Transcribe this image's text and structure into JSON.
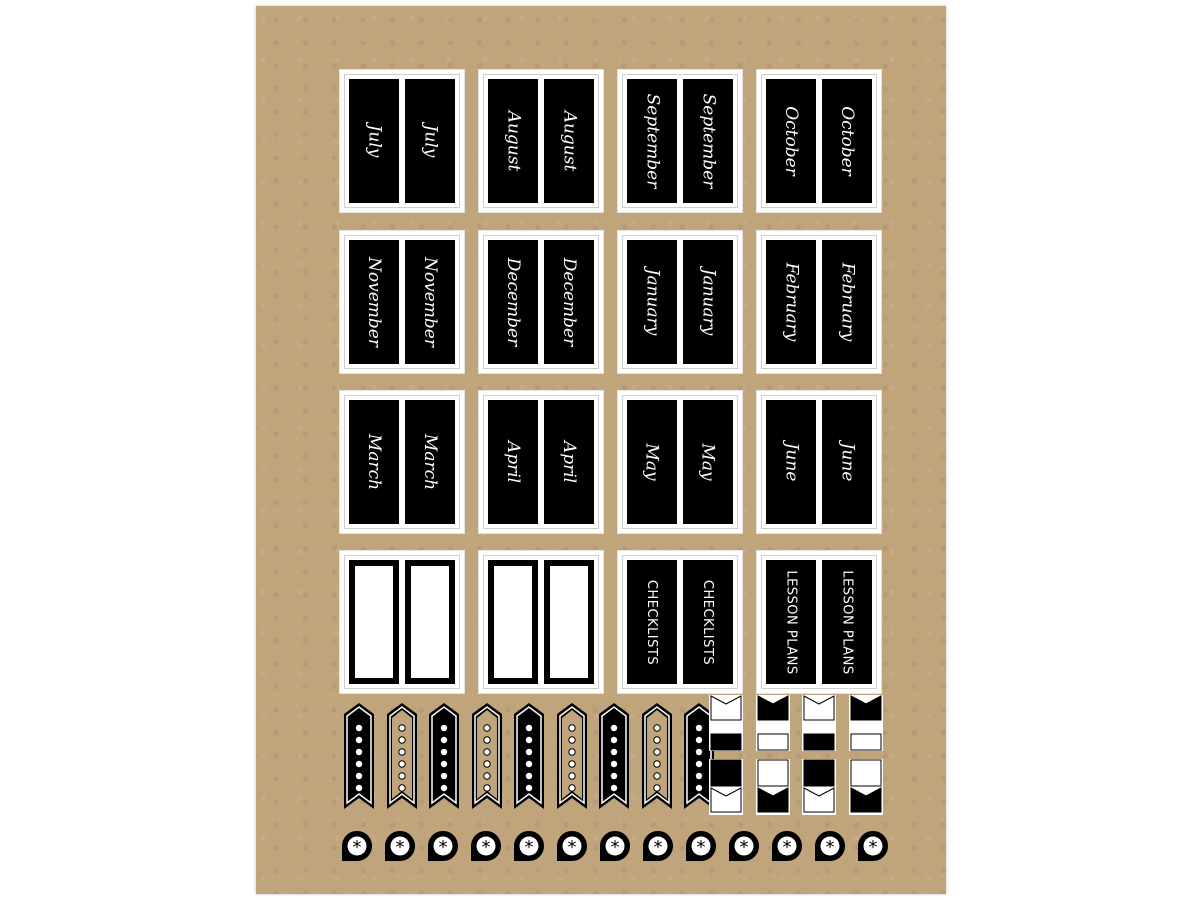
{
  "sheet": {
    "month_cards": [
      {
        "labels": [
          "July",
          "July"
        ]
      },
      {
        "labels": [
          "August",
          "August"
        ]
      },
      {
        "labels": [
          "September",
          "September"
        ]
      },
      {
        "labels": [
          "October",
          "October"
        ]
      },
      {
        "labels": [
          "November",
          "November"
        ]
      },
      {
        "labels": [
          "December",
          "December"
        ]
      },
      {
        "labels": [
          "January",
          "January"
        ]
      },
      {
        "labels": [
          "February",
          "February"
        ]
      },
      {
        "labels": [
          "March",
          "March"
        ]
      },
      {
        "labels": [
          "April",
          "April"
        ]
      },
      {
        "labels": [
          "May",
          "May"
        ]
      },
      {
        "labels": [
          "June",
          "June"
        ]
      }
    ],
    "extra_cards": [
      {
        "labels": [
          "",
          ""
        ],
        "blank": true
      },
      {
        "labels": [
          "",
          ""
        ],
        "blank": true
      },
      {
        "labels": [
          "CHECKLISTS",
          "CHECKLISTS"
        ],
        "blank": false
      },
      {
        "labels": [
          "LESSON PLANS",
          "LESSON PLANS"
        ],
        "blank": false
      }
    ],
    "flag_stickers": [
      "black",
      "kraft",
      "black",
      "kraft",
      "black",
      "kraft",
      "black",
      "kraft",
      "black"
    ],
    "corner_tabs": [
      {
        "style": "white-top"
      },
      {
        "style": "black-top"
      },
      {
        "style": "white-top"
      },
      {
        "style": "black-top"
      },
      {
        "style": "white-bottom"
      },
      {
        "style": "black-bottom"
      },
      {
        "style": "white-bottom"
      },
      {
        "style": "black-bottom"
      }
    ],
    "bullet_stickers": {
      "count": 13,
      "icon": "asterisk-icon"
    },
    "colors": {
      "kraft": "#bfa47c",
      "black": "#000000",
      "white": "#ffffff"
    }
  }
}
